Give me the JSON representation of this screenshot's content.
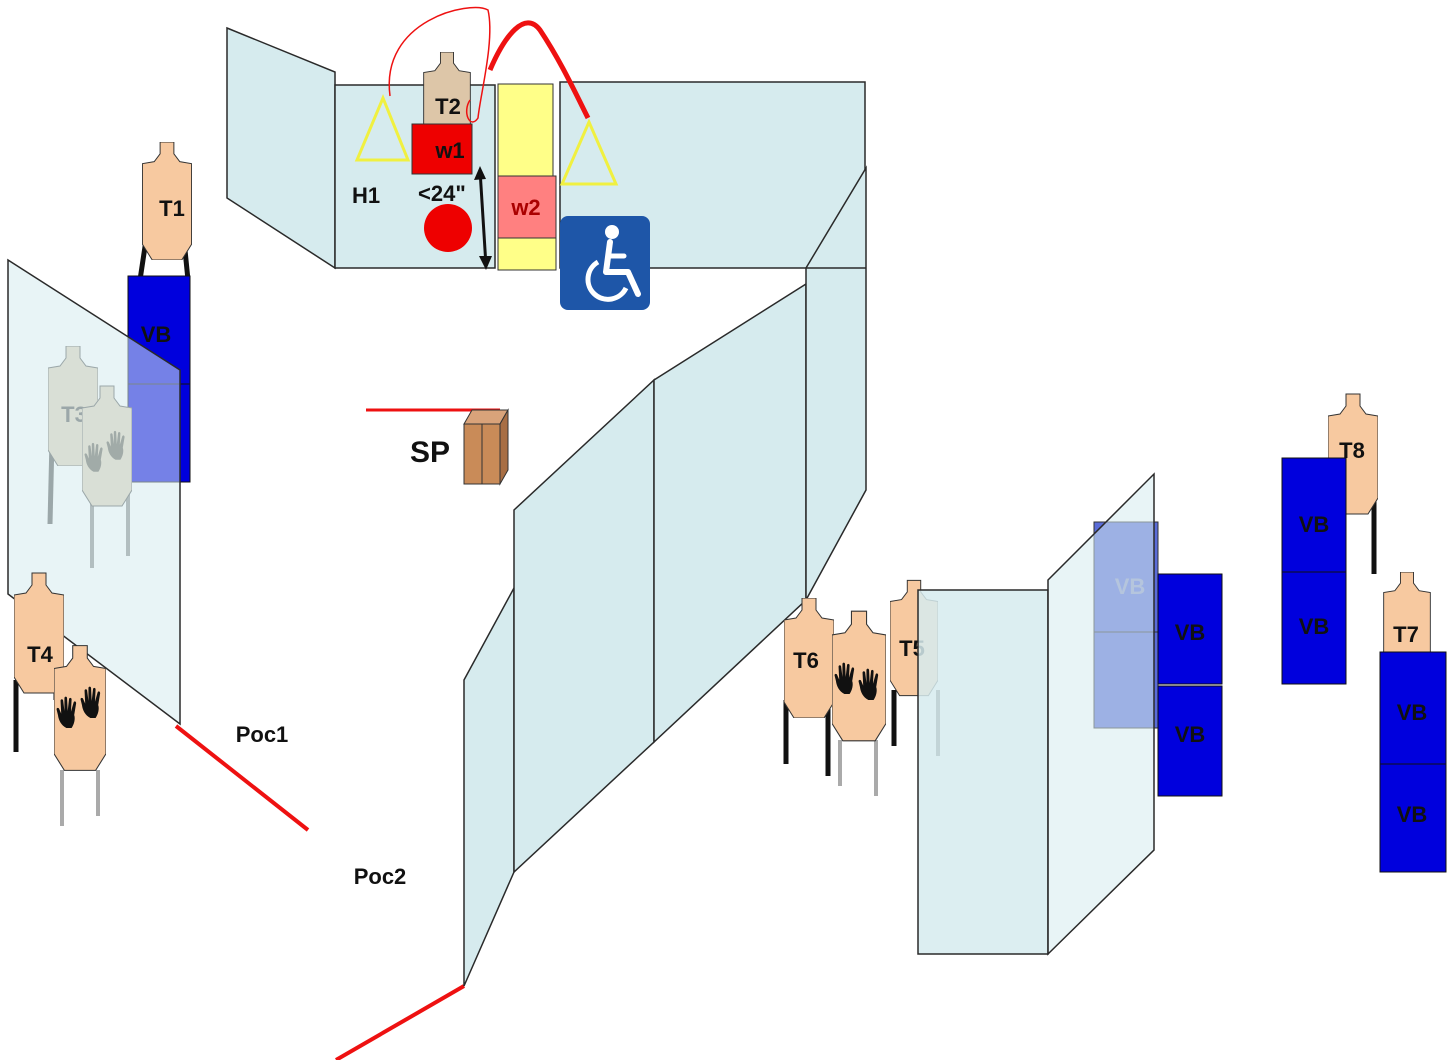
{
  "labels": {
    "t1": "T1",
    "t2": "T2",
    "t3": "T3",
    "t4": "T4",
    "t5": "T5",
    "t6": "T6",
    "t7": "T7",
    "t8": "T8",
    "vb": "VB",
    "h1": "H1",
    "w1": "w1",
    "w2": "w2",
    "dist": "<24\"",
    "sp": "SP",
    "poc1": "Poc1",
    "poc2": "Poc2"
  },
  "colors": {
    "wall_fill": "#d6ebee",
    "wall_stroke": "#2a2a2a",
    "target_fill": "#f7c9a0",
    "target_faded": "#ddd0b8",
    "barrel": "#0000dd",
    "barrel_faded": "#5a6cd8",
    "fault_line": "#ee1111",
    "yellow": "#ffff88",
    "triangle": "#f0f040",
    "w1": "#ee0000",
    "w2": "#ff8080",
    "wheelchair_bg": "#1e56a8",
    "box": "#c98b58"
  },
  "icons": [
    "wheelchair-icon",
    "hands-up-icon",
    "hand-icon"
  ]
}
